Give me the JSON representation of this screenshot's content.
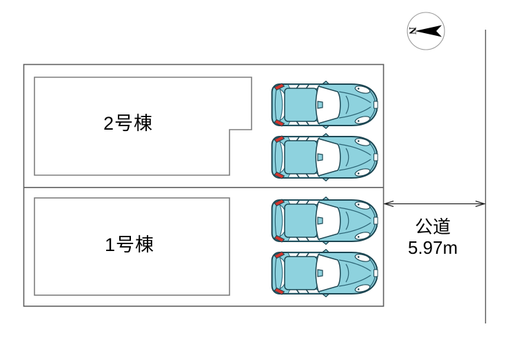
{
  "site_plan": {
    "buildings": [
      {
        "label": "2号棟"
      },
      {
        "label": "1号棟"
      }
    ],
    "road": {
      "name": "公道",
      "width_label": "5.97m"
    },
    "compass": {
      "north_label": "N"
    },
    "parking": {
      "car_count": 4
    }
  },
  "colors": {
    "car_body": "#8ed2de",
    "car_outline": "#1c4652",
    "taillight_red": "#d3342c",
    "boundary_gray": "#5f5f5f",
    "building_gray": "#7d7d7d"
  }
}
